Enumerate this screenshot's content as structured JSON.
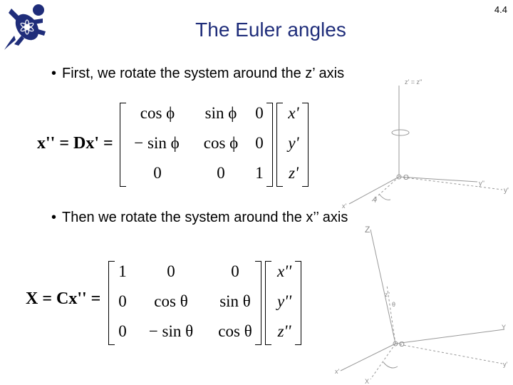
{
  "slide_number": "4.4",
  "title": "The Euler angles",
  "bullets": [
    {
      "bullet": "•",
      "text": "First, we rotate the system around the z’ axis"
    },
    {
      "bullet": "•",
      "text": "Then we rotate the system around the x’’ axis"
    }
  ],
  "equation1": {
    "lhs": "x'' = Dx' =",
    "matrix": [
      [
        "cos ϕ",
        "sin ϕ",
        "0"
      ],
      [
        "− sin ϕ",
        "cos ϕ",
        "0"
      ],
      [
        "0",
        "0",
        "1"
      ]
    ],
    "vector": [
      "x'",
      "y'",
      "z'"
    ]
  },
  "equation2": {
    "lhs": "X = Cx'' =",
    "matrix": [
      [
        "1",
        "0",
        "0"
      ],
      [
        "0",
        "cos θ",
        "sin θ"
      ],
      [
        "0",
        "− sin θ",
        "cos θ"
      ]
    ],
    "vector": [
      "x''",
      "y''",
      "z''"
    ]
  },
  "diagram_labels": {
    "top_axis": "z' = z''",
    "origin_top": "O",
    "y_prime": "y'",
    "y_double": "y''",
    "x_prime": "x'",
    "phi": "ϕ",
    "z_upper": "Z",
    "z_lower": "z''",
    "theta": "θ",
    "Y": "Y",
    "origin_bottom": "O",
    "y_bottom": "y'",
    "x_bottom": "x'",
    "X": "X"
  },
  "colors": {
    "title": "#1f2d7a",
    "diagram": "#888888"
  },
  "icons": {
    "logo": "gecko-logo-icon"
  }
}
